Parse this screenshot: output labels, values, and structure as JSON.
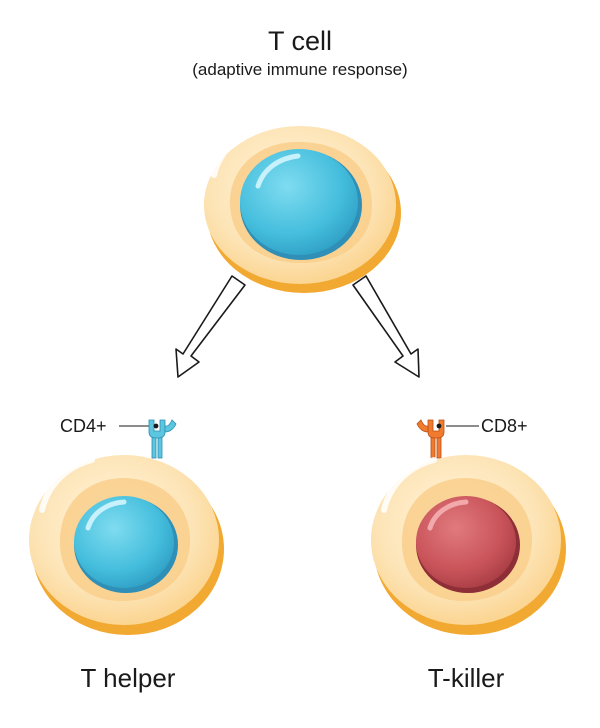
{
  "diagram": {
    "title": "T cell",
    "subtitle": "(adaptive immune response)",
    "branches": [
      {
        "receptor_label": "CD4+",
        "receptor_color": "#5cc6e0",
        "cell_name": "T helper",
        "nucleus_color": "#4fc3e0"
      },
      {
        "receptor_label": "CD8+",
        "receptor_color": "#f07a2e",
        "cell_name": "T-killer",
        "nucleus_color": "#d05a5e"
      }
    ],
    "colors": {
      "cytoplasm": "#fde1b0",
      "membrane": "#f5b23a",
      "inner_ring": "#f8c77c",
      "top_nucleus": "#4fc3e0"
    }
  }
}
